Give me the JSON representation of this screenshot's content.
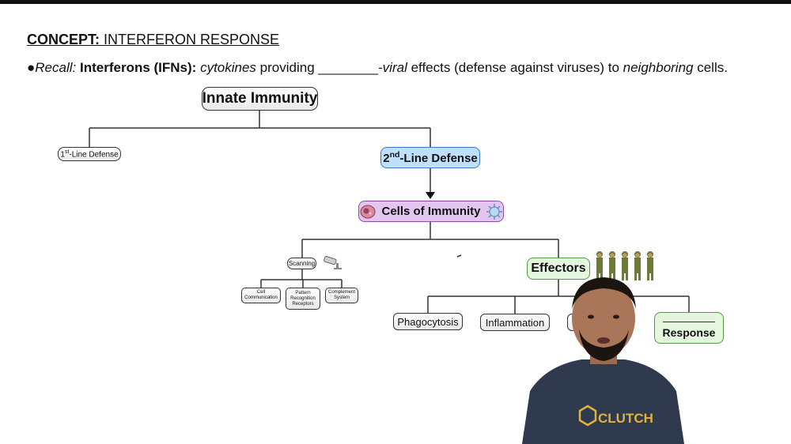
{
  "header": {
    "concept_label": "CONCEPT:",
    "concept_title": "INTERFERON RESPONSE"
  },
  "recall": {
    "bullet": "●",
    "recall_label": "Recall:",
    "term": "Interferons (IFNs):",
    "cytokines": "cytokines",
    "providing": " providing ",
    "blank": "________",
    "viral": "-viral",
    "effects": " effects (defense against viruses) to ",
    "neighboring": "neighboring",
    "cells": " cells."
  },
  "diagram": {
    "innate": "Innate Immunity",
    "first_line": "1st-Line Defense",
    "second_line": "2nd-Line Defense",
    "cells_of_immunity": "Cells of Immunity",
    "scanning": "Scanning",
    "cell_communication": "Cell Communication",
    "pattern_recognition": "Pattern Recognition Receptors",
    "complement_system": "Complement System",
    "effectors": "Effectors",
    "phagocytosis": "Phagocytosis",
    "inflammation": "Inflammation",
    "response": "Response"
  },
  "presenter": {
    "shirt_logo": "CLUTCH"
  },
  "colors": {
    "second_line_fill": "#bfe0fb",
    "cells_fill": "#e3c6f0",
    "effectors_fill": "#e4f6de",
    "shirt": "#2f3a4f",
    "logo": "#e0b23a"
  },
  "icons": [
    "macrophage-icon",
    "virus-icon",
    "security-camera-icon",
    "soldiers-icon"
  ]
}
